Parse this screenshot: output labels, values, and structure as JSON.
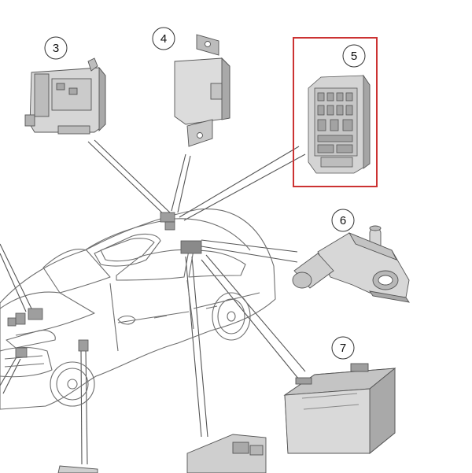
{
  "diagram": {
    "callouts": [
      {
        "id": "3",
        "label": "3"
      },
      {
        "id": "4",
        "label": "4"
      },
      {
        "id": "5",
        "label": "5"
      },
      {
        "id": "6",
        "label": "6"
      },
      {
        "id": "7",
        "label": "7"
      }
    ],
    "highlight_color": "#cc3333",
    "part_fill": "#d8d8d8",
    "part_shade": "#a9a9a9",
    "line_color": "#555555"
  }
}
